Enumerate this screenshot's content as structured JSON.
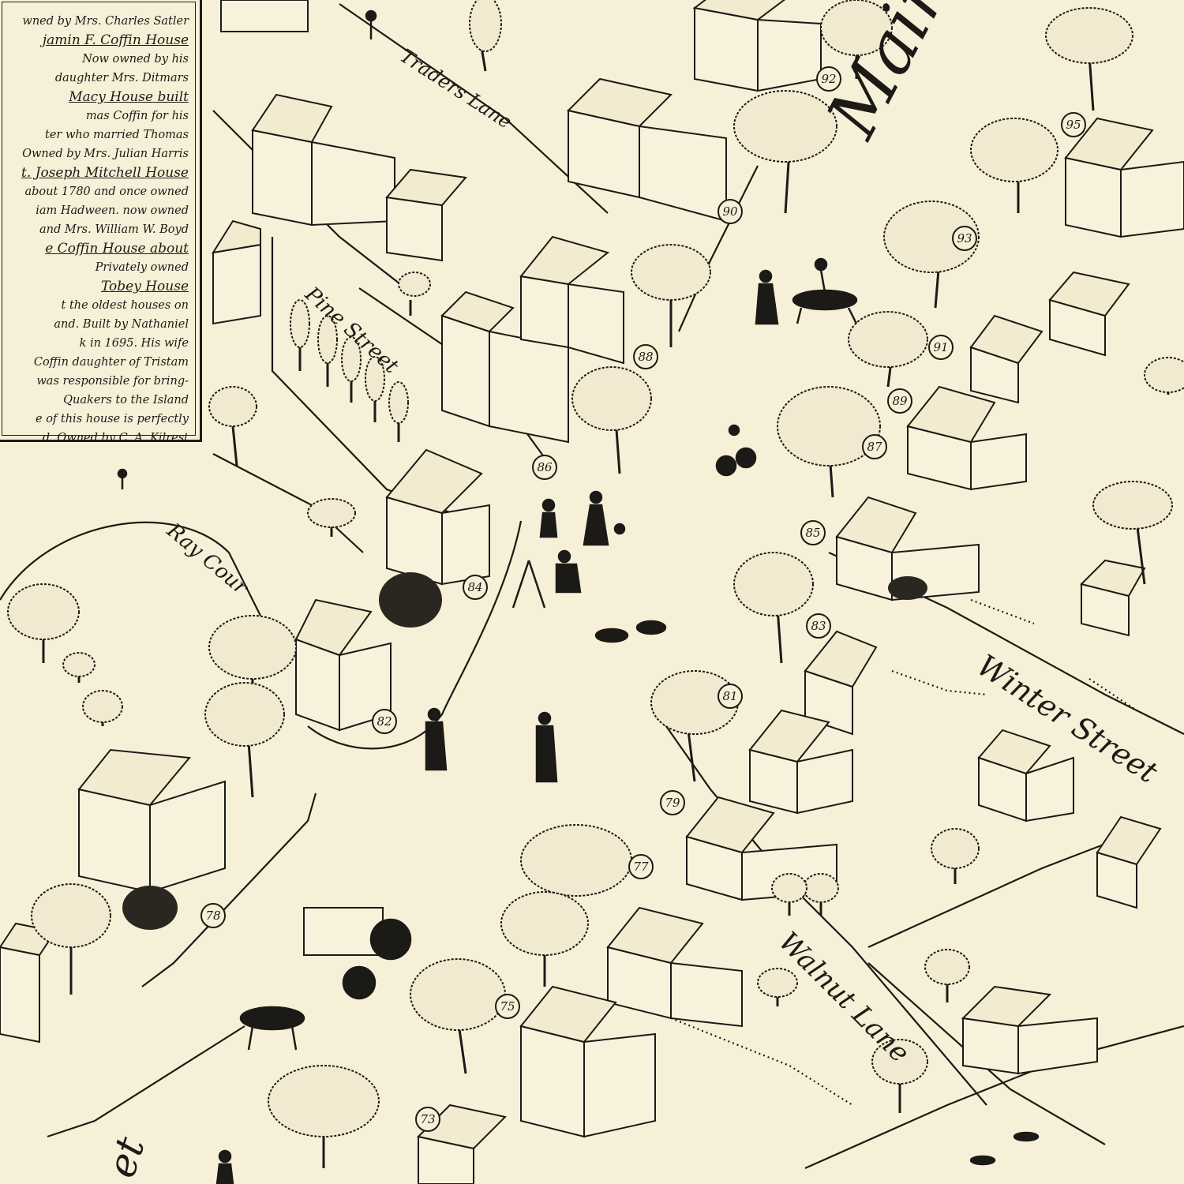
{
  "legend": {
    "lines": [
      {
        "text": "wned by Mrs. Charles Satler",
        "head": false
      },
      {
        "text": "jamin F. Coffin House",
        "head": true
      },
      {
        "text": "Now owned by his",
        "head": false
      },
      {
        "text": "daughter Mrs. Ditmars",
        "head": false
      },
      {
        "text": "Macy House built",
        "head": true
      },
      {
        "text": "mas Coffin for his",
        "head": false
      },
      {
        "text": "ter who married Thomas",
        "head": false
      },
      {
        "text": "Owned by Mrs. Julian Harris",
        "head": false
      },
      {
        "text": "t. Joseph Mitchell House",
        "head": true
      },
      {
        "text": "about 1780 and once owned",
        "head": false
      },
      {
        "text": "iam Hadween. now owned",
        "head": false
      },
      {
        "text": "and Mrs. William W. Boyd",
        "head": false
      },
      {
        "text": "e Coffin House about",
        "head": true
      },
      {
        "text": "Privately owned",
        "head": false
      },
      {
        "text": "Tobey House",
        "head": true
      },
      {
        "text": "t the oldest houses on",
        "head": false
      },
      {
        "text": "and. Built by Nathaniel",
        "head": false
      },
      {
        "text": "k in 1695. His wife",
        "head": false
      },
      {
        "text": "Coffin daughter of Tristam",
        "head": false
      },
      {
        "text": "was responsible for bring-",
        "head": false
      },
      {
        "text": "Quakers to the Island",
        "head": false
      },
      {
        "text": "e of this house is perfectly",
        "head": false
      },
      {
        "text": "d. Owned by C. A. Kilrest",
        "head": false
      }
    ]
  },
  "streets": {
    "main": "Main S",
    "traders": "Traders Lane",
    "pine": "Pine Street",
    "ray": "Ray Cour",
    "winter": "Winter Street",
    "walnut": "Walnut Lane",
    "bottom": "et"
  },
  "house_numbers": [
    "92",
    "95",
    "90",
    "93",
    "88",
    "91",
    "89",
    "87",
    "86",
    "85",
    "84",
    "83",
    "81",
    "82",
    "79",
    "78",
    "77",
    "75",
    "73"
  ]
}
